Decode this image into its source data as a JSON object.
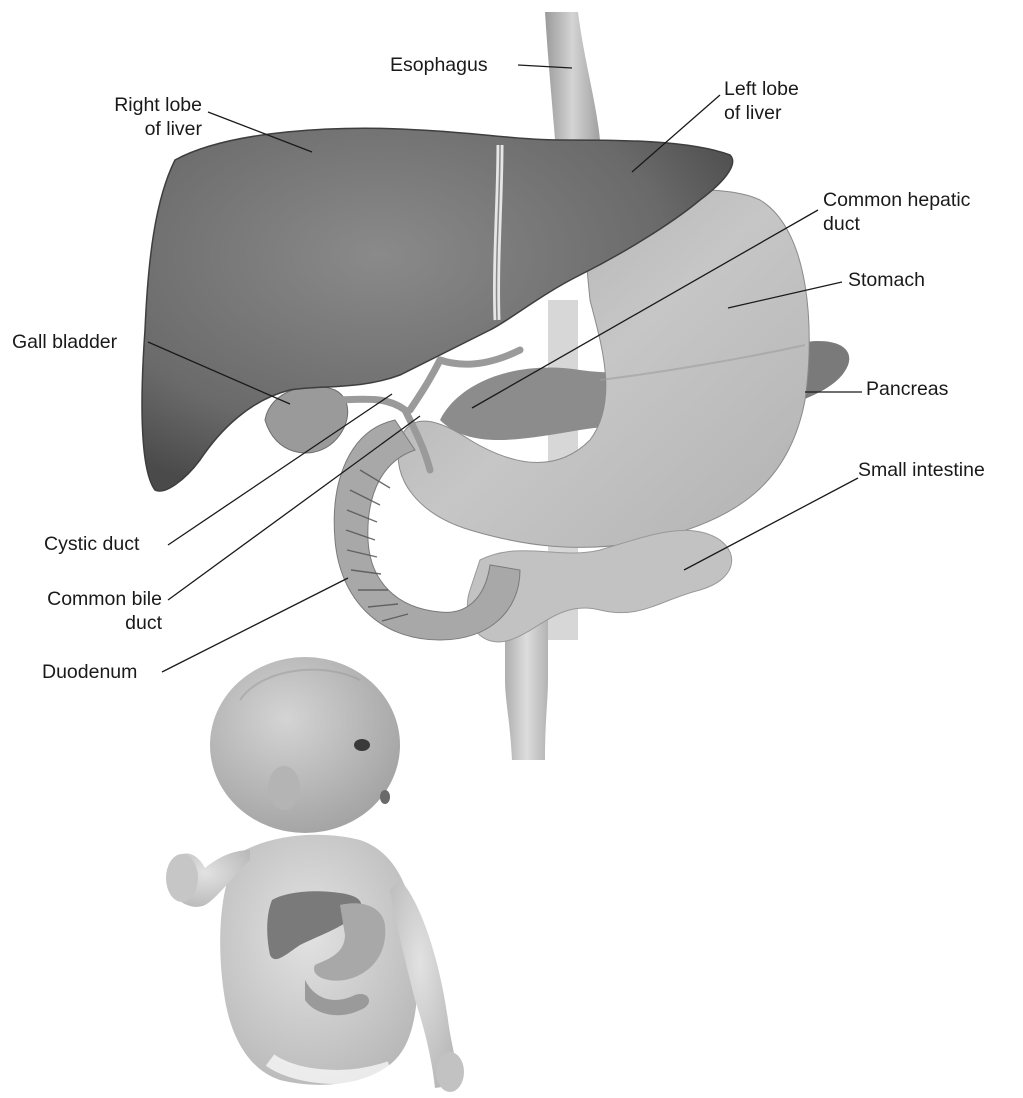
{
  "labels": {
    "esophagus": "Esophagus",
    "right_lobe": [
      "Right lobe",
      "of liver"
    ],
    "left_lobe": [
      "Left lobe",
      "of liver"
    ],
    "common_hepatic_duct": [
      "Common hepatic",
      "duct"
    ],
    "stomach": "Stomach",
    "gall_bladder": "Gall bladder",
    "pancreas": "Pancreas",
    "small_intestine": "Small intestine",
    "cystic_duct": "Cystic duct",
    "common_bile_duct": [
      "Common bile",
      "duct"
    ],
    "duodenum": "Duodenum"
  },
  "colors": {
    "background": "#ffffff",
    "liver": "#6e6e6e",
    "stomach": "#b4b4b4",
    "skin": "#cfcfcf",
    "leader_line": "#1a1a1a"
  }
}
